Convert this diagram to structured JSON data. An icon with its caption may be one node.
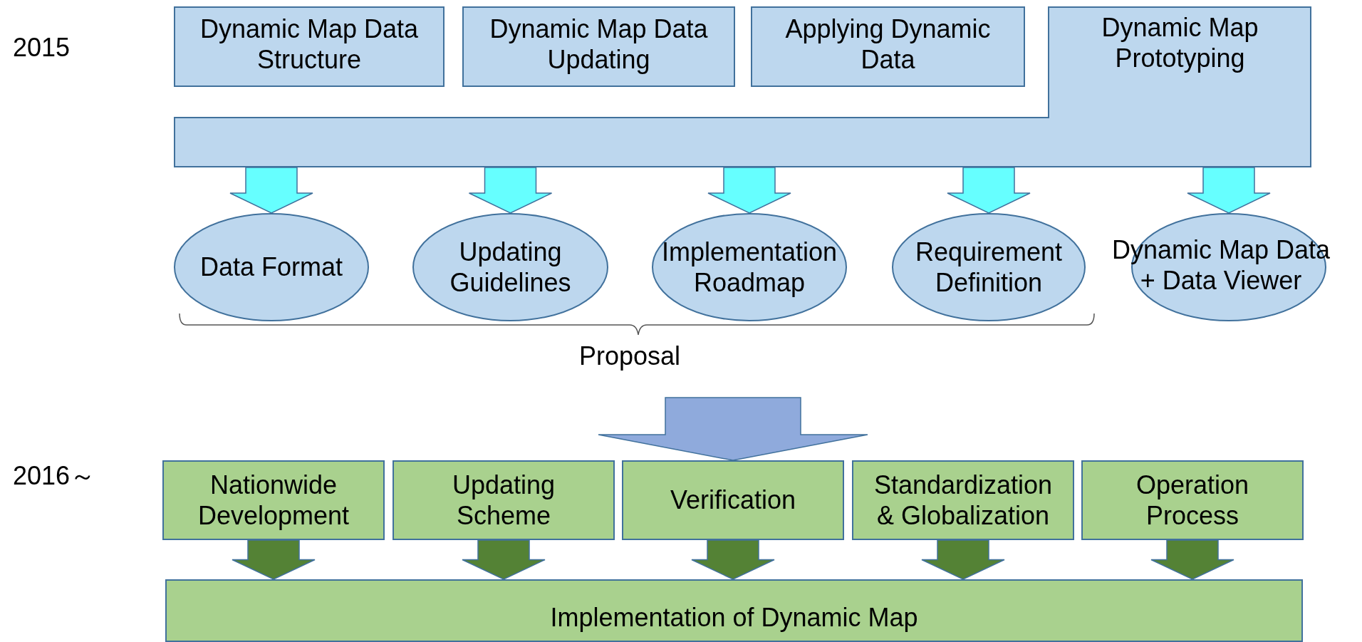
{
  "diagram": {
    "nodes": [
      {
        "text": [
          "Dynamic Map Data Structure"
        ]
      },
      {
        "text": [
          "Dynamic Map Data Updating"
        ]
      },
      {
        "text": [
          "Applying Dynamic Data"
        ]
      },
      {
        "text": [
          "Dynamic Map Prototyping"
        ]
      },
      {
        "text": [
          "Data Format"
        ]
      },
      {
        "text": [
          "Updating Guidelines"
        ]
      },
      {
        "text": [
          "Implementation Roadmap"
        ]
      },
      {
        "text": [
          "Requirement Definition"
        ]
      },
      {
        "text": [
          "Dynamic Map Data + Data Viewer"
        ]
      },
      {
        "text": [
          "Nationwide Development"
        ]
      },
      {
        "text": [
          "Updating Scheme"
        ]
      },
      {
        "text": [
          "Verification"
        ]
      },
      {
        "text": [
          "Standardization & Globalization"
        ]
      },
      {
        "text": [
          "Operation Process"
        ]
      },
      {
        "text": [
          "Implementation of Dynamic Map"
        ]
      }
    ],
    "edges": [
      {
        "from": 3,
        "to": 4,
        "arrow": "to"
      },
      {
        "from": 3,
        "to": 5,
        "arrow": "to"
      },
      {
        "from": 3,
        "to": 6,
        "arrow": "to"
      },
      {
        "from": 3,
        "to": 7,
        "arrow": "to"
      },
      {
        "from": 3,
        "to": 8,
        "arrow": "to"
      },
      {
        "from": 9,
        "to": 14,
        "arrow": "to",
        "color": "#548235"
      },
      {
        "from": 10,
        "to": 14,
        "arrow": "to",
        "color": "#548235"
      },
      {
        "from": 11,
        "to": 14,
        "arrow": "to",
        "color": "#548235"
      },
      {
        "from": 12,
        "to": 14,
        "arrow": "to",
        "color": "#548235"
      },
      {
        "from": 13,
        "to": 14,
        "arrow": "to",
        "color": "#548235"
      },
      {
        "from": null,
        "to": 11,
        "arrow": "to",
        "color": "#8faadc"
      }
    ],
    "labels": [
      "2015",
      "Proposal",
      "2016～"
    ]
  }
}
